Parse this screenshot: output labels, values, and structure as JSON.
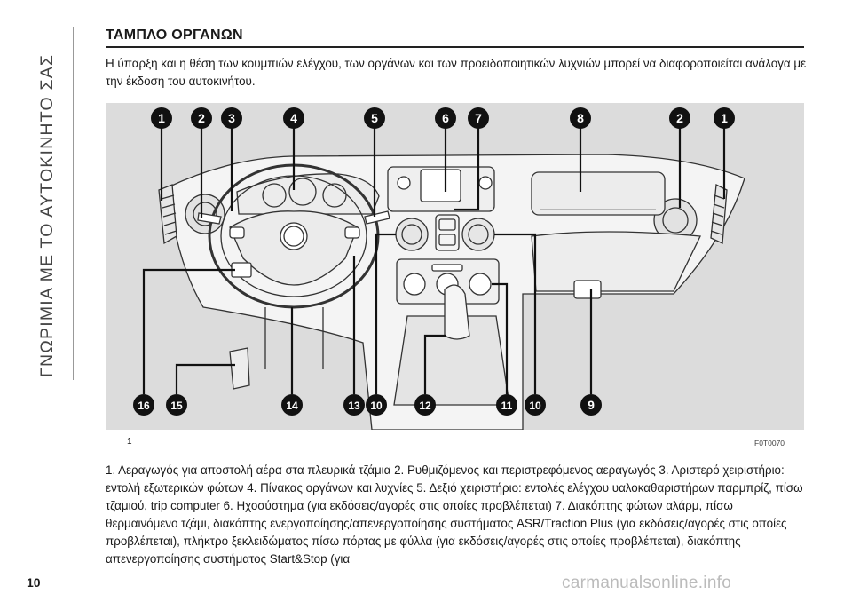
{
  "side_title": "ΓΝΩΡΙΜΙΑ ΜΕ ΤΟ ΑΥΤΟΚΙΝΗΤΟ ΣΑΣ",
  "heading": "ΤΑΜΠΛΟ ΟΡΓΑΝΩΝ",
  "intro": "Η ύπαρξη και η θέση των κουμπιών ελέγχου, των οργάνων και των προειδοποιητικών λυχνιών μπορεί να διαφοροποιείται ανάλογα με την έκδοση του αυτοκινήτου.",
  "figure": {
    "number": "1",
    "code": "F0T0070",
    "callouts": [
      "1",
      "2",
      "3",
      "4",
      "5",
      "6",
      "7",
      "8",
      "2",
      "1",
      "16",
      "15",
      "14",
      "13",
      "10",
      "12",
      "11",
      "10",
      "9"
    ],
    "callout_fill": "#111111",
    "callout_text_color": "#ffffff",
    "background_color": "#dcdcdc"
  },
  "caption": "1. Αεραγωγός για αποστολή αέρα στα πλευρικά τζάμια 2. Ρυθμιζόμενος και περιστρεφόμενος αεραγωγός 3. Αριστερό χειριστήριο: εντολή εξωτερικών φώτων 4. Πίνακας οργάνων και λυχνίες 5. Δεξιό χειριστήριο: εντολές ελέγχου υαλοκαθαριστήρων παρμπρίζ, πίσω τζαμιού, trip computer 6. Ηχοσύστημα (για εκδόσεις/αγορές στις οποίες προβλέπεται) 7. Διακόπτης φώτων αλάρμ, πίσω θερμαινόμενο τζάμι, διακόπτης ενεργοποίησης/απενεργοποίησης συστήματος ASR/Traction Plus (για εκδόσεις/αγορές στις οποίες προβλέπεται), πλήκτρο ξεκλειδώματος πίσω πόρτας με φύλλα (για εκδόσεις/αγορές στις οποίες προβλέπεται), διακόπτης απενεργοποίησης συστήματος Start&Stop (για",
  "page_number": "10",
  "footer_watermark": "carmanualsonline.info"
}
